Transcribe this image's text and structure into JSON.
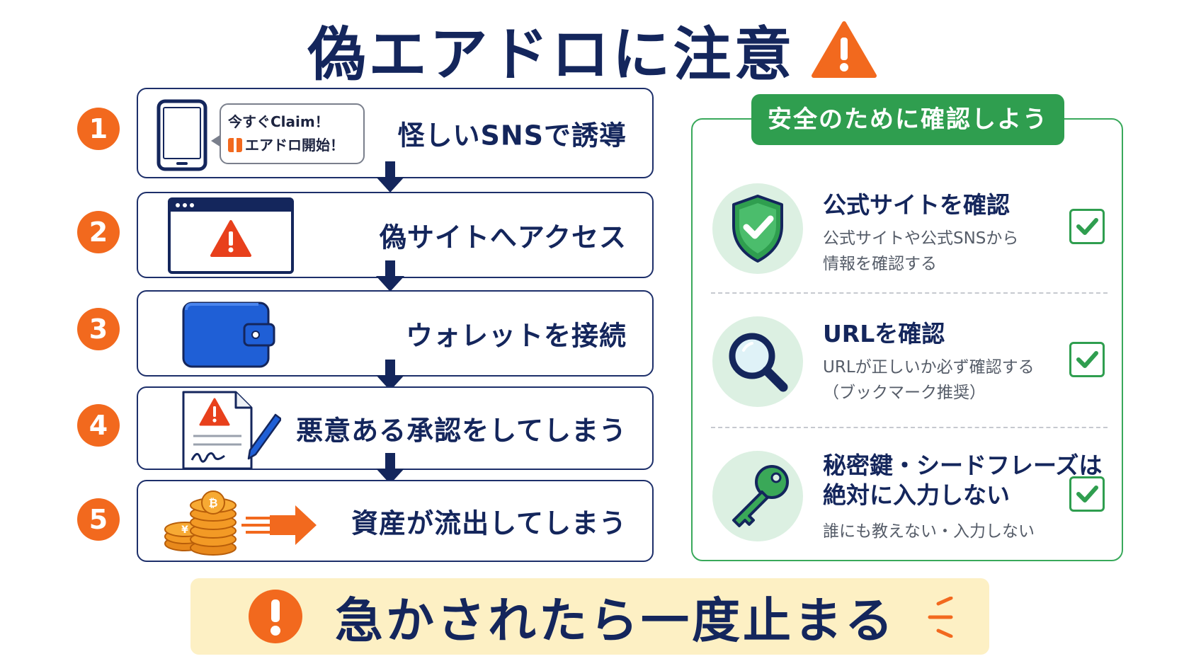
{
  "title": "偽エアドロに注意",
  "steps": [
    {
      "number": "1",
      "label": "怪しいSNSで誘導",
      "bubble_line1": "今すぐClaim！",
      "bubble_line2": "エアドロ開始！"
    },
    {
      "number": "2",
      "label": "偽サイトへアクセス"
    },
    {
      "number": "3",
      "label": "ウォレットを接続"
    },
    {
      "number": "4",
      "label": "悪意ある承認をしてしまう"
    },
    {
      "number": "5",
      "label": "資産が流出してしまう"
    }
  ],
  "safety": {
    "heading": "安全のために確認しよう",
    "items": [
      {
        "title": "公式サイトを確認",
        "desc1": "公式サイトや公式SNSから",
        "desc2": "情報を確認する",
        "icon": "shield-check-icon"
      },
      {
        "title": "URLを確認",
        "desc1": "URLが正しいか必ず確認する",
        "desc2": "（ブックマーク推奨）",
        "icon": "magnifier-icon"
      },
      {
        "title1": "秘密鍵・シードフレーズは",
        "title2": "絶対に入力しない",
        "desc1": "誰にも教えない・入力しない",
        "icon": "key-icon"
      }
    ]
  },
  "bottom_message": "急かされたら一度止まる",
  "colors": {
    "navy": "#14265c",
    "orange": "#f2691e",
    "green": "#2f9e4f",
    "light_green": "#dcf0e2",
    "yellow": "#fdf0c4",
    "blue": "#1f5fd6",
    "red": "#e8401c"
  }
}
